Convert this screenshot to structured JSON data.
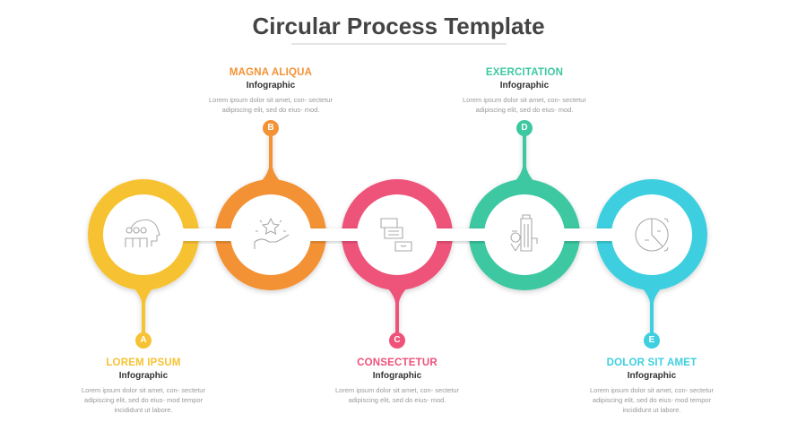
{
  "title": "Circular Process Template",
  "steps": [
    {
      "letter": "A",
      "heading": "LOREM IPSUM",
      "sub": "Infographic",
      "desc": "Lorem ipsum dolor sit amet, con- sectetur adipiscing elit, sed do eius- mod tempor incididunt ut labore.",
      "color": "#F7C233",
      "icon": "team-head-icon",
      "position": "bottom"
    },
    {
      "letter": "B",
      "heading": "MAGNA ALIQUA",
      "sub": "Infographic",
      "desc": "Lorem ipsum dolor sit amet, con- sectetur adipiscing elit, sed do eius- mod.",
      "color": "#F39234",
      "icon": "hand-star-icon",
      "position": "top"
    },
    {
      "letter": "C",
      "heading": "CONSECTETUR",
      "sub": "Infographic",
      "desc": "Lorem ipsum dolor sit amet, con- sectetur adipiscing elit, sed do eius- mod.",
      "color": "#EE5279",
      "icon": "chat-bubbles-icon",
      "position": "bottom"
    },
    {
      "letter": "D",
      "heading": "EXERCITATION",
      "sub": "Infographic",
      "desc": "Lorem ipsum dolor sit amet, con- sectetur adipiscing elit, sed do eius- mod.",
      "color": "#3DC8A2",
      "icon": "building-location-icon",
      "position": "top"
    },
    {
      "letter": "E",
      "heading": "DOLOR SIT AMET",
      "sub": "Infographic",
      "desc": "Lorem ipsum dolor sit amet, con- sectetur adipiscing elit, sed do eius- mod tempor incididunt ut labore.",
      "color": "#3ECFE0",
      "icon": "pie-chart-icon",
      "position": "bottom"
    }
  ]
}
